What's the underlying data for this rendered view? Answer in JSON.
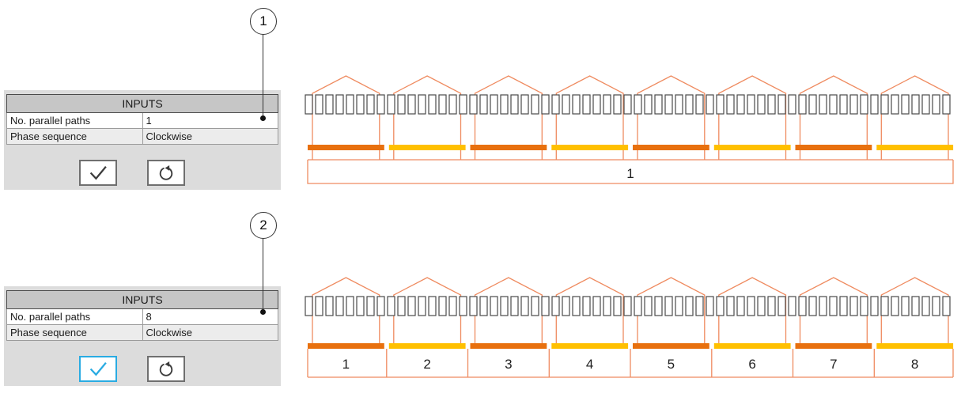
{
  "panels": [
    {
      "callout_label": "1",
      "inputs": {
        "title": "INPUTS",
        "rows": [
          {
            "label": "No. parallel paths",
            "value": "1"
          },
          {
            "label": "Phase sequence",
            "value": "Clockwise"
          }
        ]
      },
      "buttons": [
        {
          "name": "confirm",
          "icon": "check-icon",
          "active": false
        },
        {
          "name": "reset",
          "icon": "rotate-ccw-icon",
          "active": false
        }
      ],
      "diagram": {
        "coil_groups": 8,
        "path_labels": [
          "1"
        ],
        "bar_colors_alternating": [
          "#e8700e",
          "#ffc000"
        ]
      }
    },
    {
      "callout_label": "2",
      "inputs": {
        "title": "INPUTS",
        "rows": [
          {
            "label": "No. parallel paths",
            "value": "8"
          },
          {
            "label": "Phase sequence",
            "value": "Clockwise"
          }
        ]
      },
      "buttons": [
        {
          "name": "confirm",
          "icon": "check-icon",
          "active": true
        },
        {
          "name": "reset",
          "icon": "rotate-ccw-icon",
          "active": false
        }
      ],
      "diagram": {
        "coil_groups": 8,
        "path_labels": [
          "1",
          "2",
          "3",
          "4",
          "5",
          "6",
          "7",
          "8"
        ],
        "bar_colors_alternating": [
          "#e8700e",
          "#ffc000"
        ]
      }
    }
  ],
  "colors": {
    "panel_bg": "#dcdcdc",
    "table_header_bg": "#c6c6c6",
    "row_alt_bg": "#ececec",
    "accent_blue": "#29abe2",
    "coil_outline": "#ef8b60",
    "slot_outline": "#4a4a4a",
    "bar_orange": "#e8700e",
    "bar_yellow": "#ffc000",
    "diagram_label": "#1f1f1f"
  }
}
